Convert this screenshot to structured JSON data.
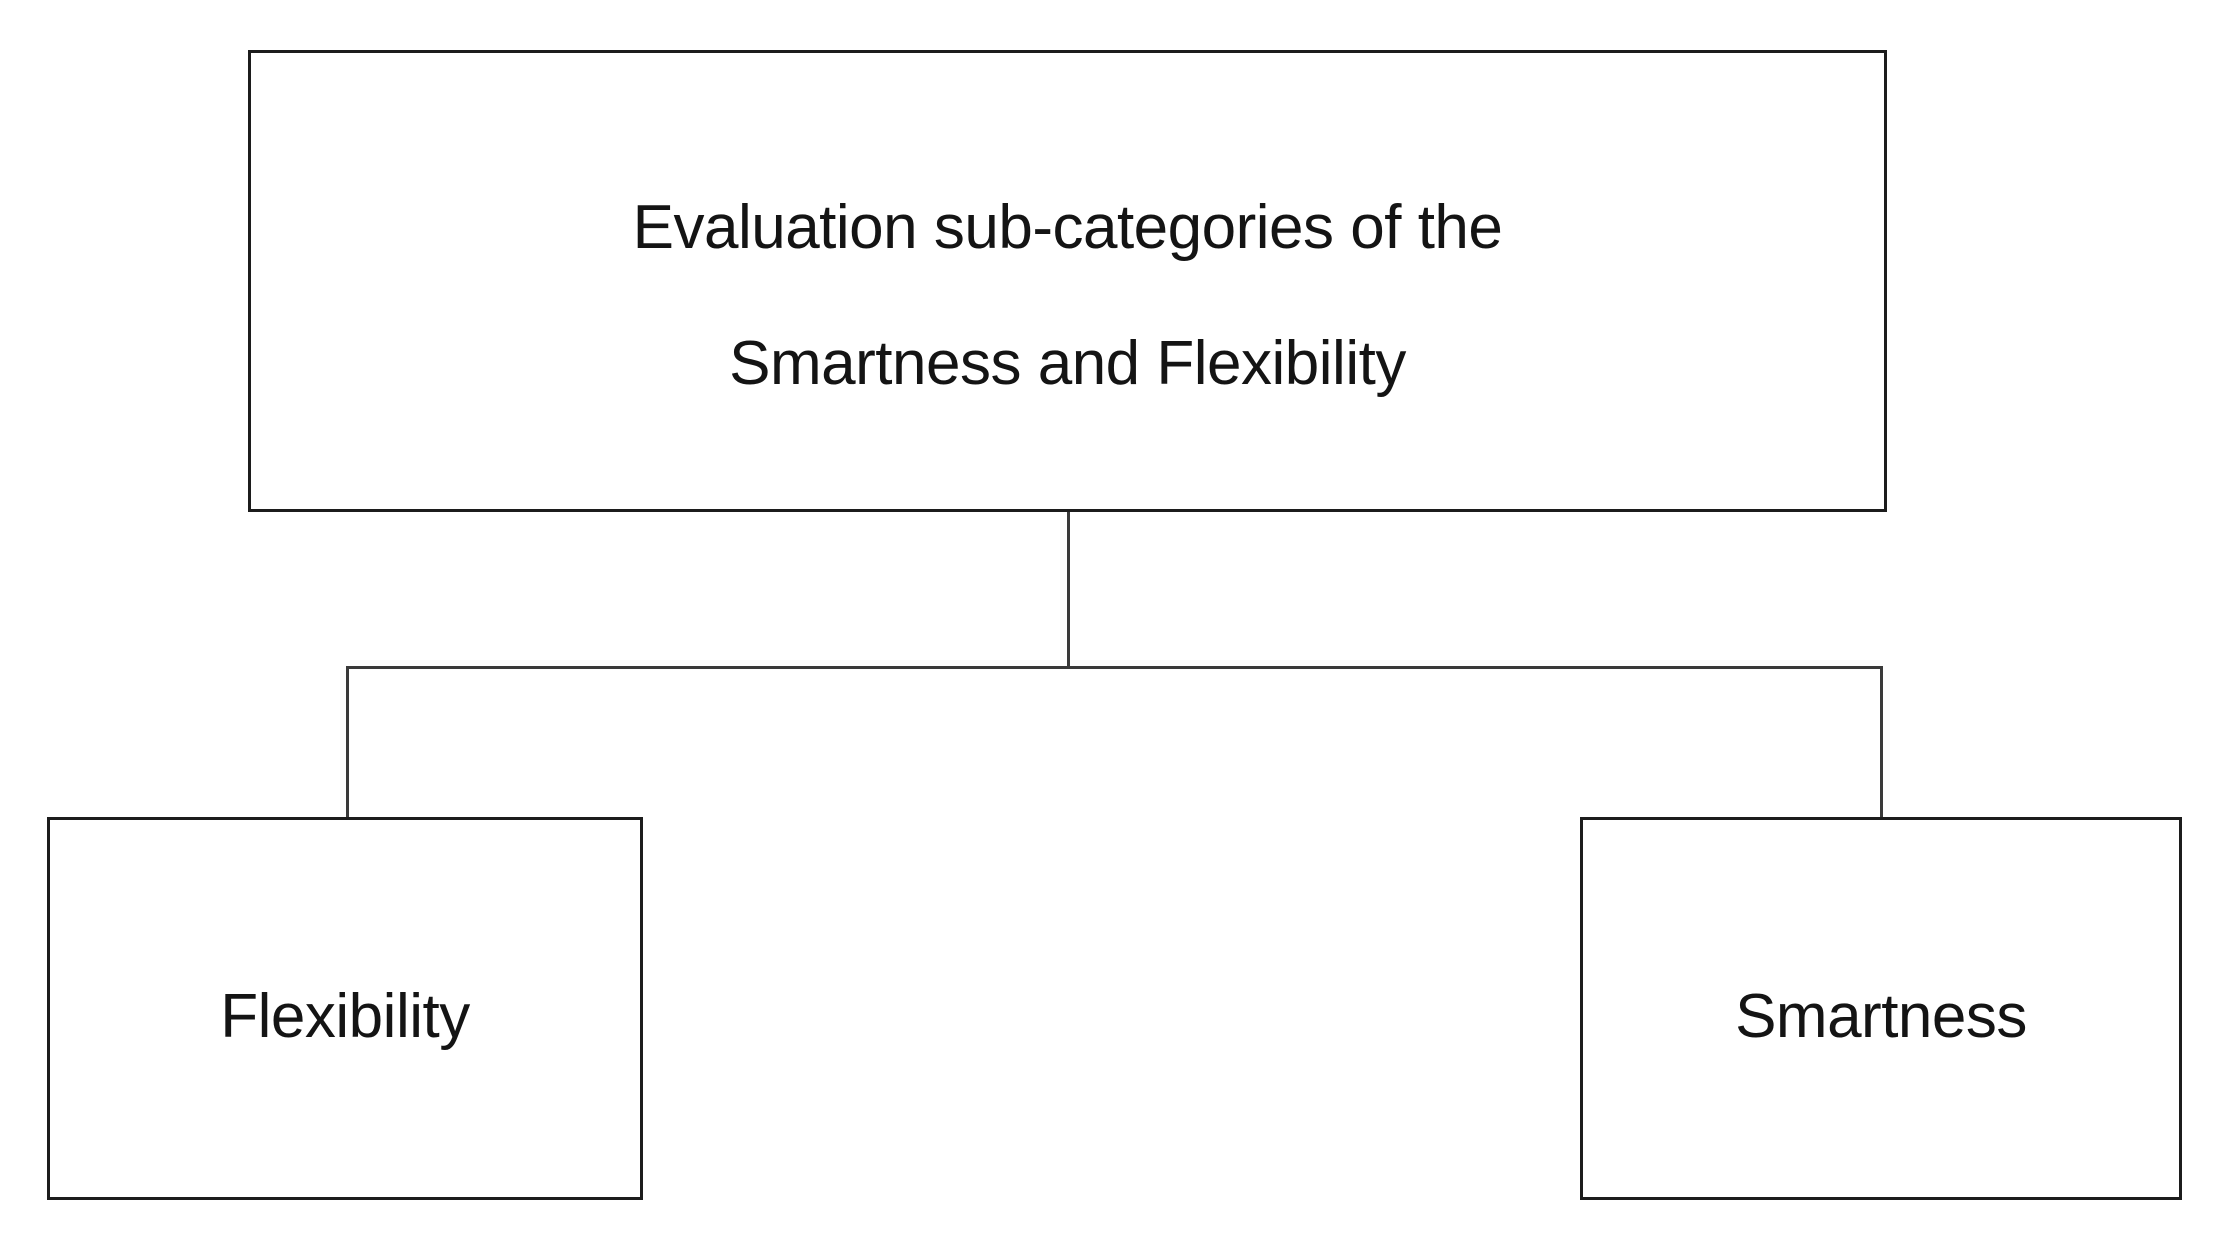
{
  "diagram": {
    "root": {
      "label_line1": "Evaluation sub-categories of the",
      "label_line2": "Smartness and Flexibility"
    },
    "children": [
      {
        "id": "flexibility",
        "label": "Flexibility"
      },
      {
        "id": "smartness",
        "label": "Smartness"
      }
    ],
    "colors": {
      "border": "#1c1c1c",
      "line": "#3a3a3a",
      "text": "#141414",
      "background": "#ffffff"
    }
  }
}
